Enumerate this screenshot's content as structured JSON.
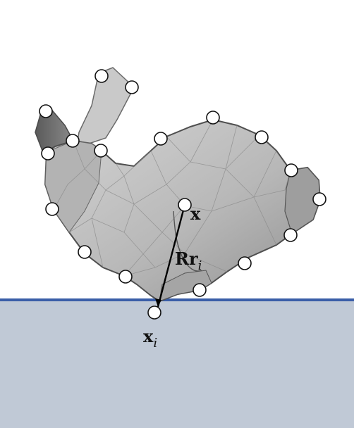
{
  "colors": {
    "ground_fill": "#c0c9d6",
    "ground_line": "#3a5ea8",
    "mesh_light": "#c7c7c7",
    "mesh_mid": "#a9a9a9",
    "mesh_dark": "#555555",
    "marker_fill": "#ffffff",
    "marker_stroke": "#111111",
    "vector": "#000000"
  },
  "labels": {
    "center_point": "x",
    "offset_vector_R": "R",
    "offset_vector_r": "r",
    "offset_vector_sub": "i",
    "contact_point": "x",
    "contact_point_sub": "i"
  },
  "icons": {
    "shape": "bunny-mesh-icon",
    "marker": "marker-circle-icon"
  }
}
